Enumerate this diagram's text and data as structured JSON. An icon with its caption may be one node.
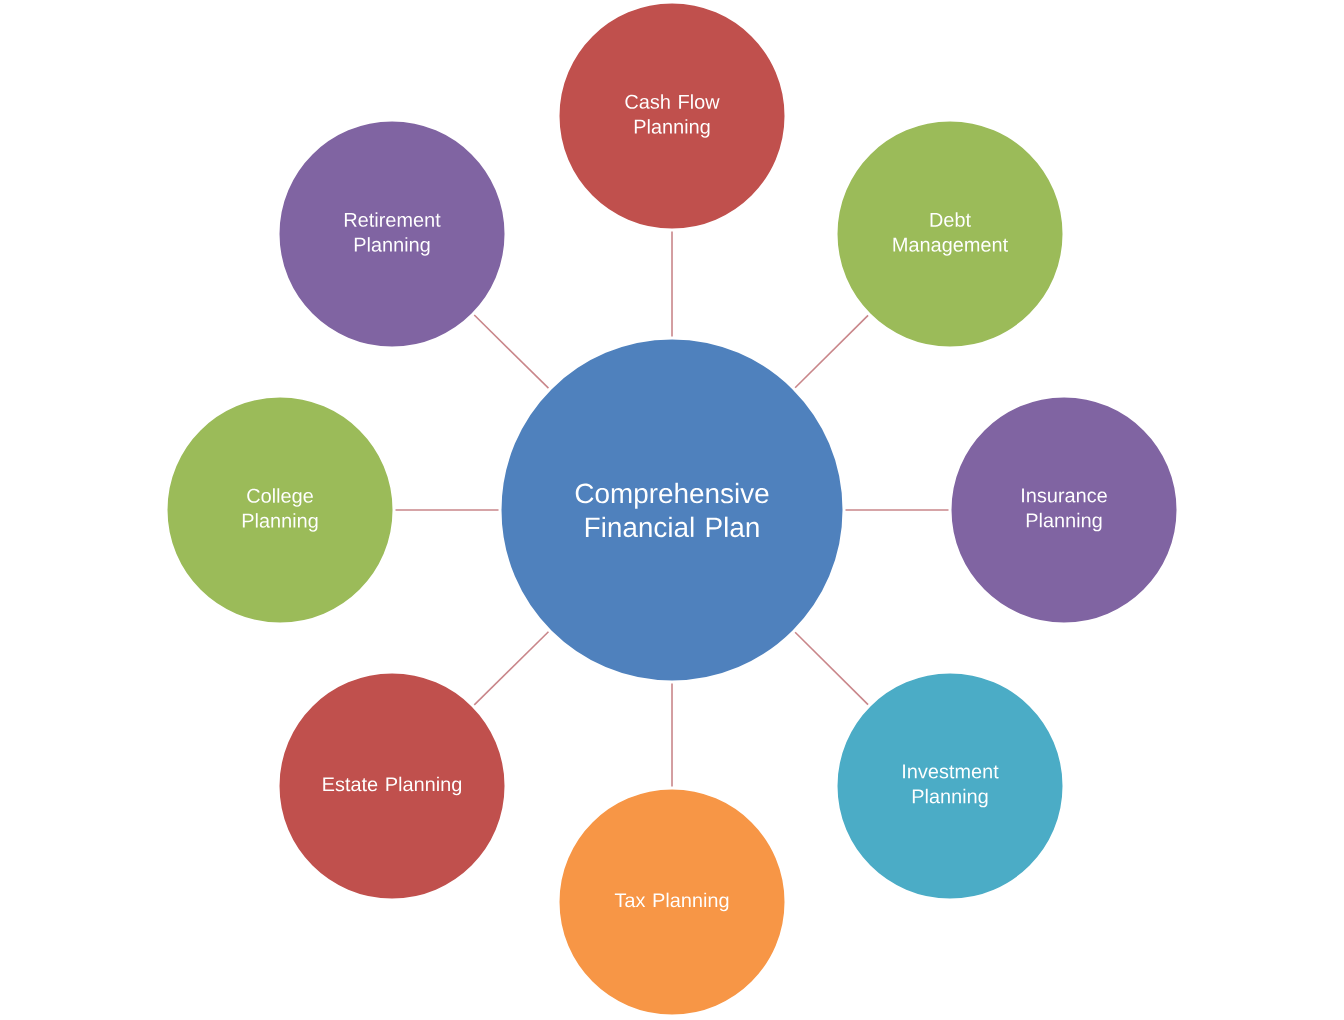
{
  "diagram": {
    "nodes": [
      {
        "text": [
          "Comprehensive Financial Plan"
        ]
      },
      {
        "text": [
          "Cash Flow Planning"
        ]
      },
      {
        "text": [
          "Debt Management"
        ]
      },
      {
        "text": [
          "Insurance Planning"
        ]
      },
      {
        "text": [
          "Investment Planning"
        ]
      },
      {
        "text": [
          "Tax Planning"
        ]
      },
      {
        "text": [
          "Estate Planning"
        ]
      },
      {
        "text": [
          "College Planning"
        ]
      },
      {
        "text": [
          "Retirement Planning"
        ]
      }
    ],
    "edges": [
      {
        "from": 0,
        "to": 1,
        "arrow": "none"
      },
      {
        "from": 0,
        "to": 2,
        "arrow": "none"
      },
      {
        "from": 0,
        "to": 3,
        "arrow": "none"
      },
      {
        "from": 0,
        "to": 4,
        "arrow": "none"
      },
      {
        "from": 0,
        "to": 5,
        "arrow": "none"
      },
      {
        "from": 0,
        "to": 6,
        "arrow": "none"
      },
      {
        "from": 0,
        "to": 7,
        "arrow": "none"
      },
      {
        "from": 0,
        "to": 8,
        "arrow": "none"
      }
    ]
  }
}
